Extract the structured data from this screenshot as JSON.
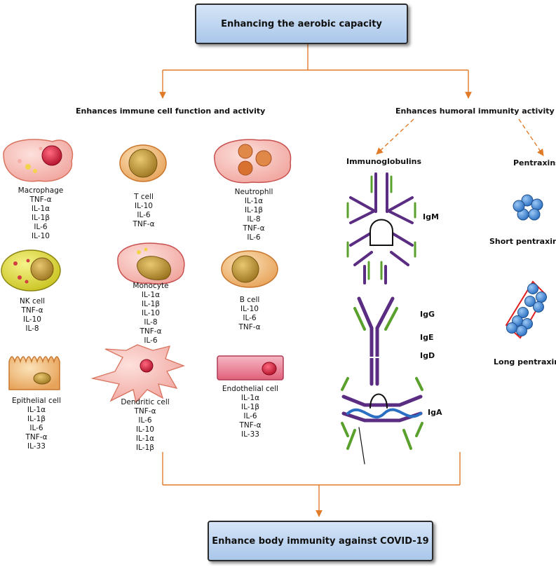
{
  "top_box": "Enhancing the aerobic capacity",
  "bottom_box": "Enhance body immunity against COVID-19",
  "branch_left": "Enhances immune cell function and activity",
  "branch_right": "Enhances humoral immunity activity",
  "immunoglobulins_title": "Immunoglobulins",
  "pentraxins_title": "Pentraxins",
  "cells": {
    "macrophage": [
      "Macrophage",
      "TNF-α",
      "IL-1α",
      "IL-1β",
      "IL-6",
      "IL-10"
    ],
    "t_cell": [
      "T cell",
      "IL-10",
      "IL-6",
      "TNF-α"
    ],
    "neutrophil": [
      "Neutrophll",
      "IL-1α",
      "IL-1β",
      "IL-8",
      "TNF-α",
      "IL-6"
    ],
    "nk_cell": [
      "NK cell",
      "TNF-α",
      "IL-10",
      "IL-8"
    ],
    "monocyte": [
      "Monocyte",
      "IL-1α",
      "IL-1β",
      "IL-10",
      "IL-8",
      "TNF-α",
      "IL-6"
    ],
    "b_cell": [
      "B cell",
      "IL-10",
      "IL-6",
      "TNF-α"
    ],
    "epithelial": [
      "Epithelial cell",
      "IL-1α",
      "IL-1β",
      "IL-6",
      "TNF-α",
      "IL-33"
    ],
    "dendritic": [
      "Dendritic cell",
      "TNF-α",
      "IL-6",
      "IL-10",
      "IL-1α",
      "IL-1β"
    ],
    "endothelial": [
      "Endothelial cell",
      "IL-1α",
      "IL-1β",
      "IL-6",
      "TNF-α",
      "IL-33"
    ]
  },
  "antibodies": {
    "igm": "IgM",
    "igg": "IgG",
    "ige": "IgE",
    "igd": "IgD",
    "iga": "IgA"
  },
  "pentraxin_labels": {
    "short": "Short pentraxins",
    "long": "Long pentraxins"
  },
  "colors": {
    "arrow": "#e07b2a",
    "box_fill": "#b8d0ee",
    "antibody_purple": "#5a2d82",
    "antibody_green": "#5aa02c",
    "pentraxin_blue": "#3f86d6",
    "pentraxin_red": "#e02020"
  }
}
